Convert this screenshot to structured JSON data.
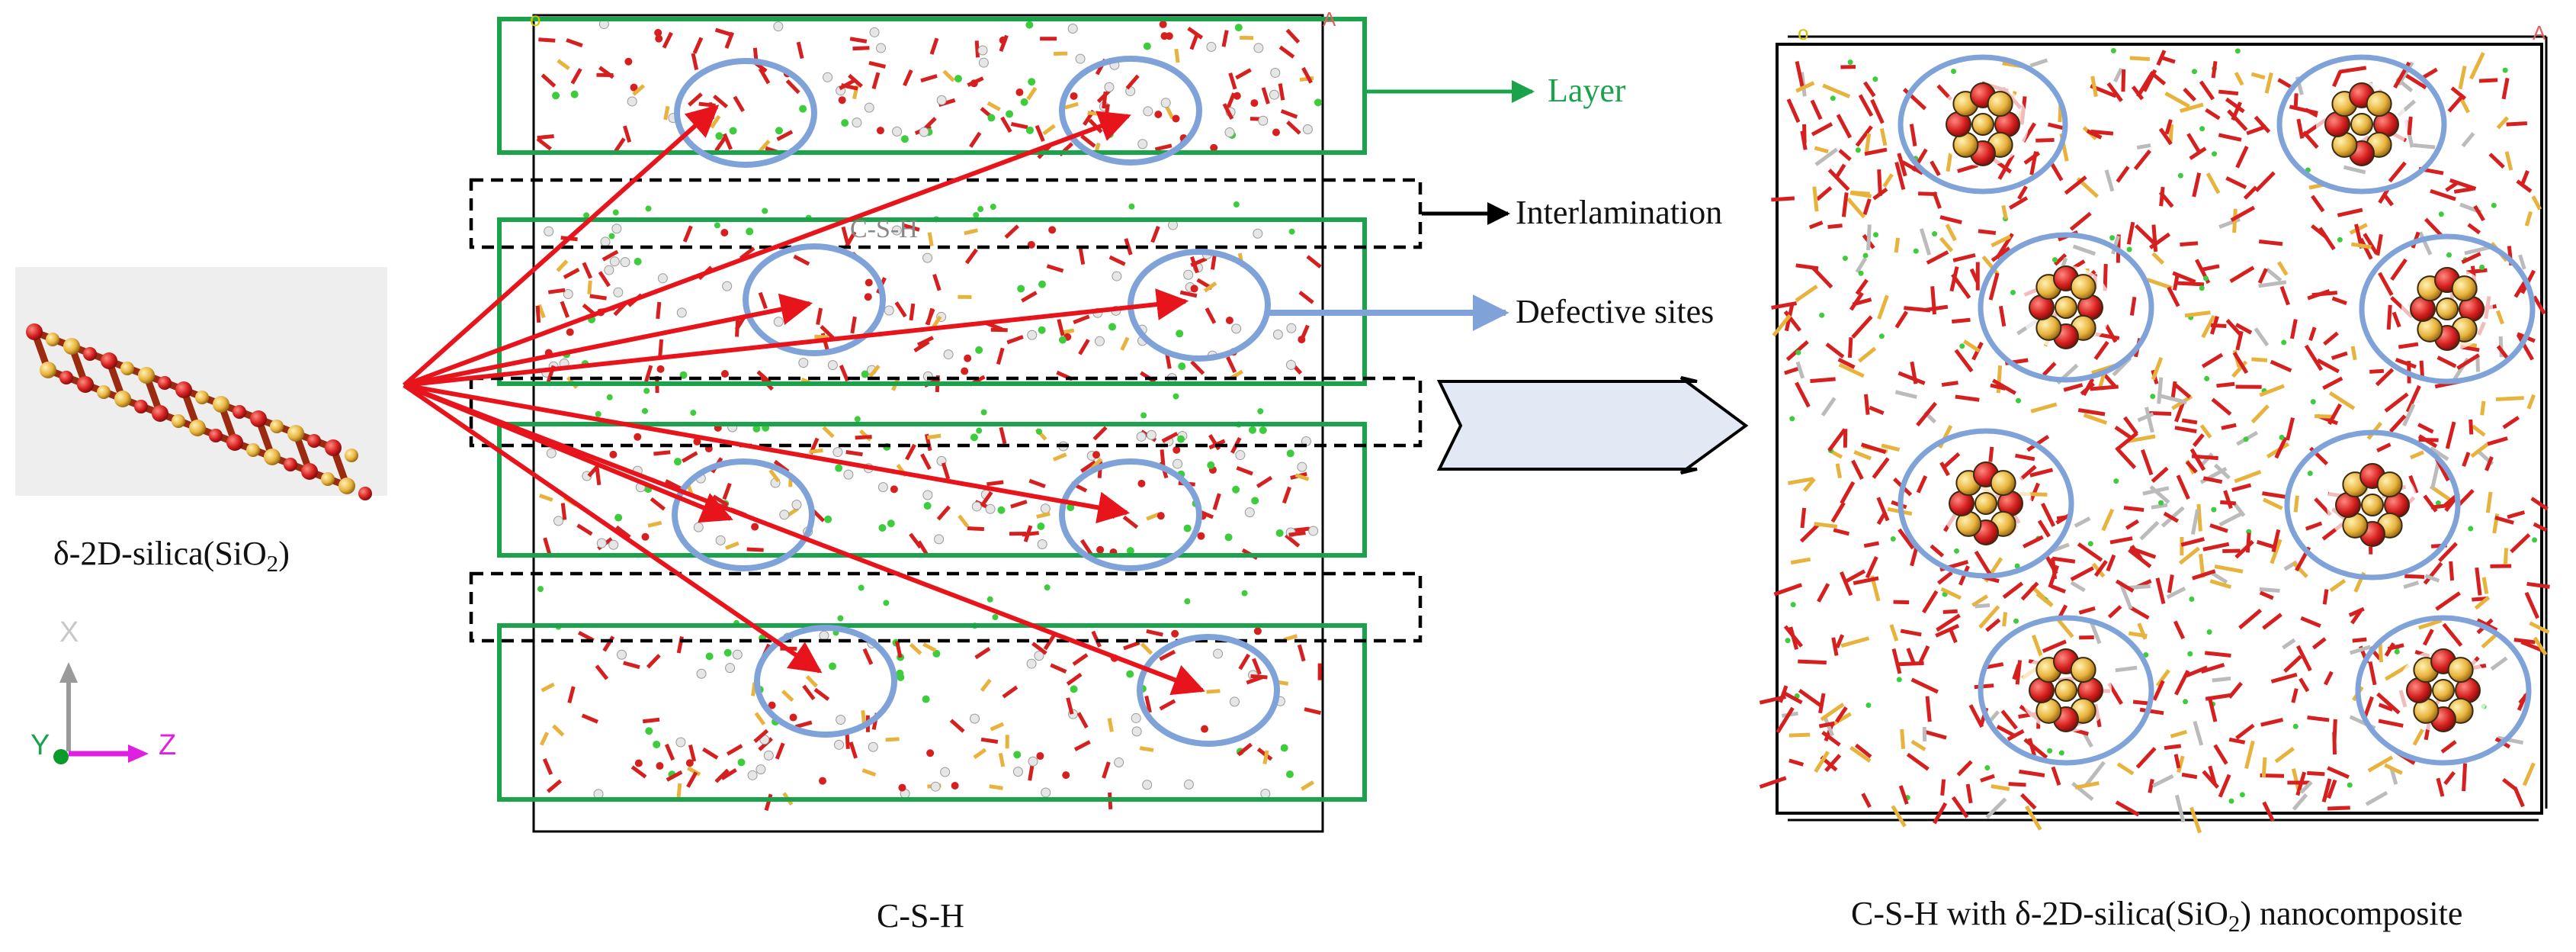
{
  "figure": {
    "molecule_label": {
      "prefix": "δ-2D-silica(SiO",
      "sub": "2",
      "suffix": ")"
    },
    "axes_triad": {
      "x": "X",
      "y": "Y",
      "z": "Z"
    },
    "annotations": {
      "layer": "Layer",
      "interlamination": "Interlamination",
      "defective_sites": "Defective sites",
      "faint_interlayer_text": "C-S-H"
    },
    "csh_caption": "C-S-H",
    "composite_caption": {
      "prefix": "C-S-H with δ-2D-silica(SiO",
      "sub": "2",
      "suffix": ") nanocomposite"
    },
    "cell_corner_labels": {
      "origin": "o",
      "a": "A"
    }
  },
  "colors": {
    "oxygen_red": "#d6201f",
    "silicon_yellow": "#e8b33c",
    "calcium_green": "#3ccc3c",
    "hydrogen_white": "#e6e6e6",
    "layer_green": "#1aa34a",
    "defect_blue": "#7fa2d8",
    "arrow_red": "#e8141c",
    "big_arrow_fill": "#e2e9f5"
  }
}
